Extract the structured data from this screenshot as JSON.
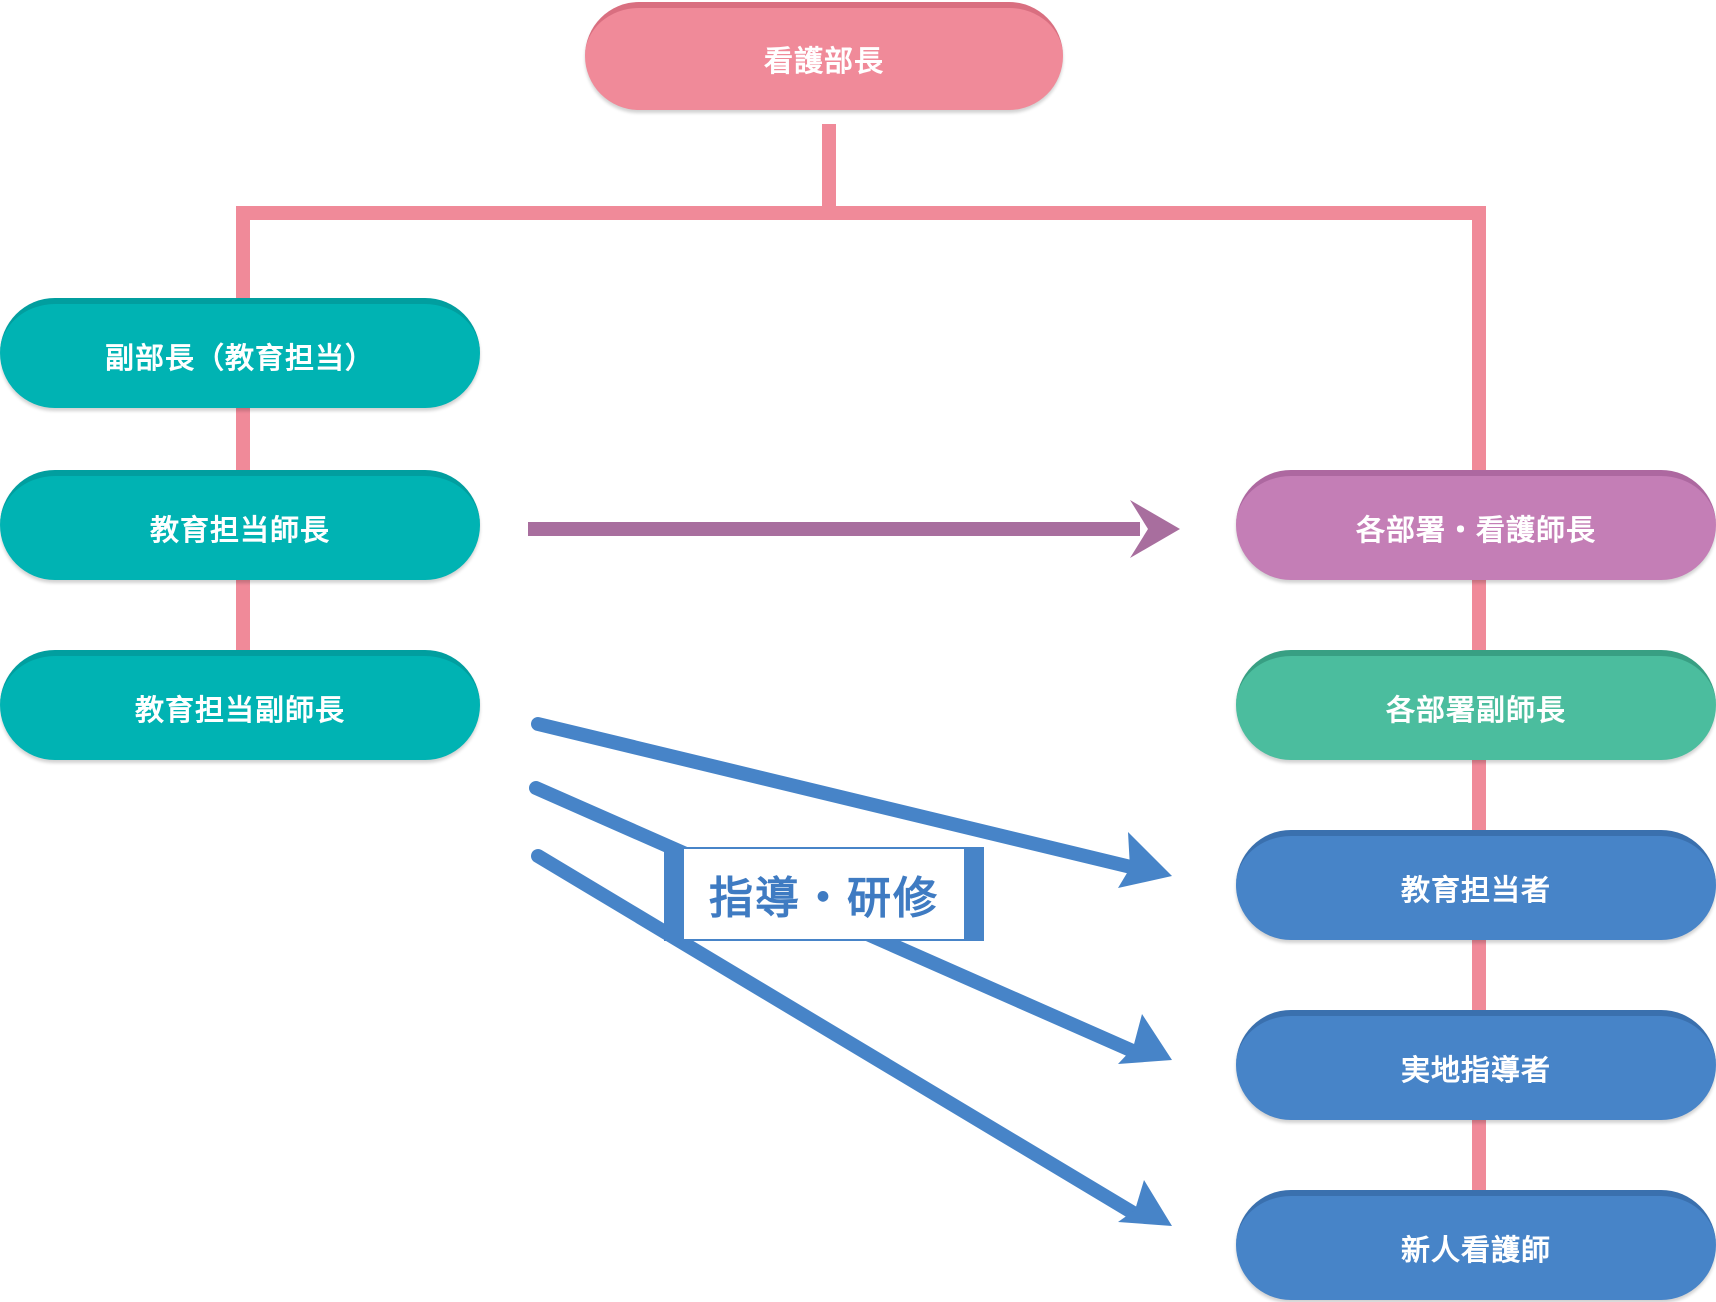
{
  "nodes": {
    "director": "看護部長",
    "deputy_director": "副部長（教育担当）",
    "education_head_nurse": "教育担当師長",
    "education_deputy_head_nurse": "教育担当副師長",
    "dept_head_nurses": "各部署・看護師長",
    "dept_deputy_head_nurses": "各部署副師長",
    "education_staff": "教育担当者",
    "practical_instructor": "実地指導者",
    "new_nurses": "新人看護師"
  },
  "guidance_label": "指導・研修",
  "colors": {
    "connector": "#f08a99",
    "director": "#f08a99",
    "education_team": "#00b3b3",
    "dept_head": "#c47eb6",
    "dept_deputy": "#4bbd9e",
    "staff": "#4784c8",
    "purple_arrow": "#a86e9e",
    "blue_arrow": "#4784c8"
  }
}
